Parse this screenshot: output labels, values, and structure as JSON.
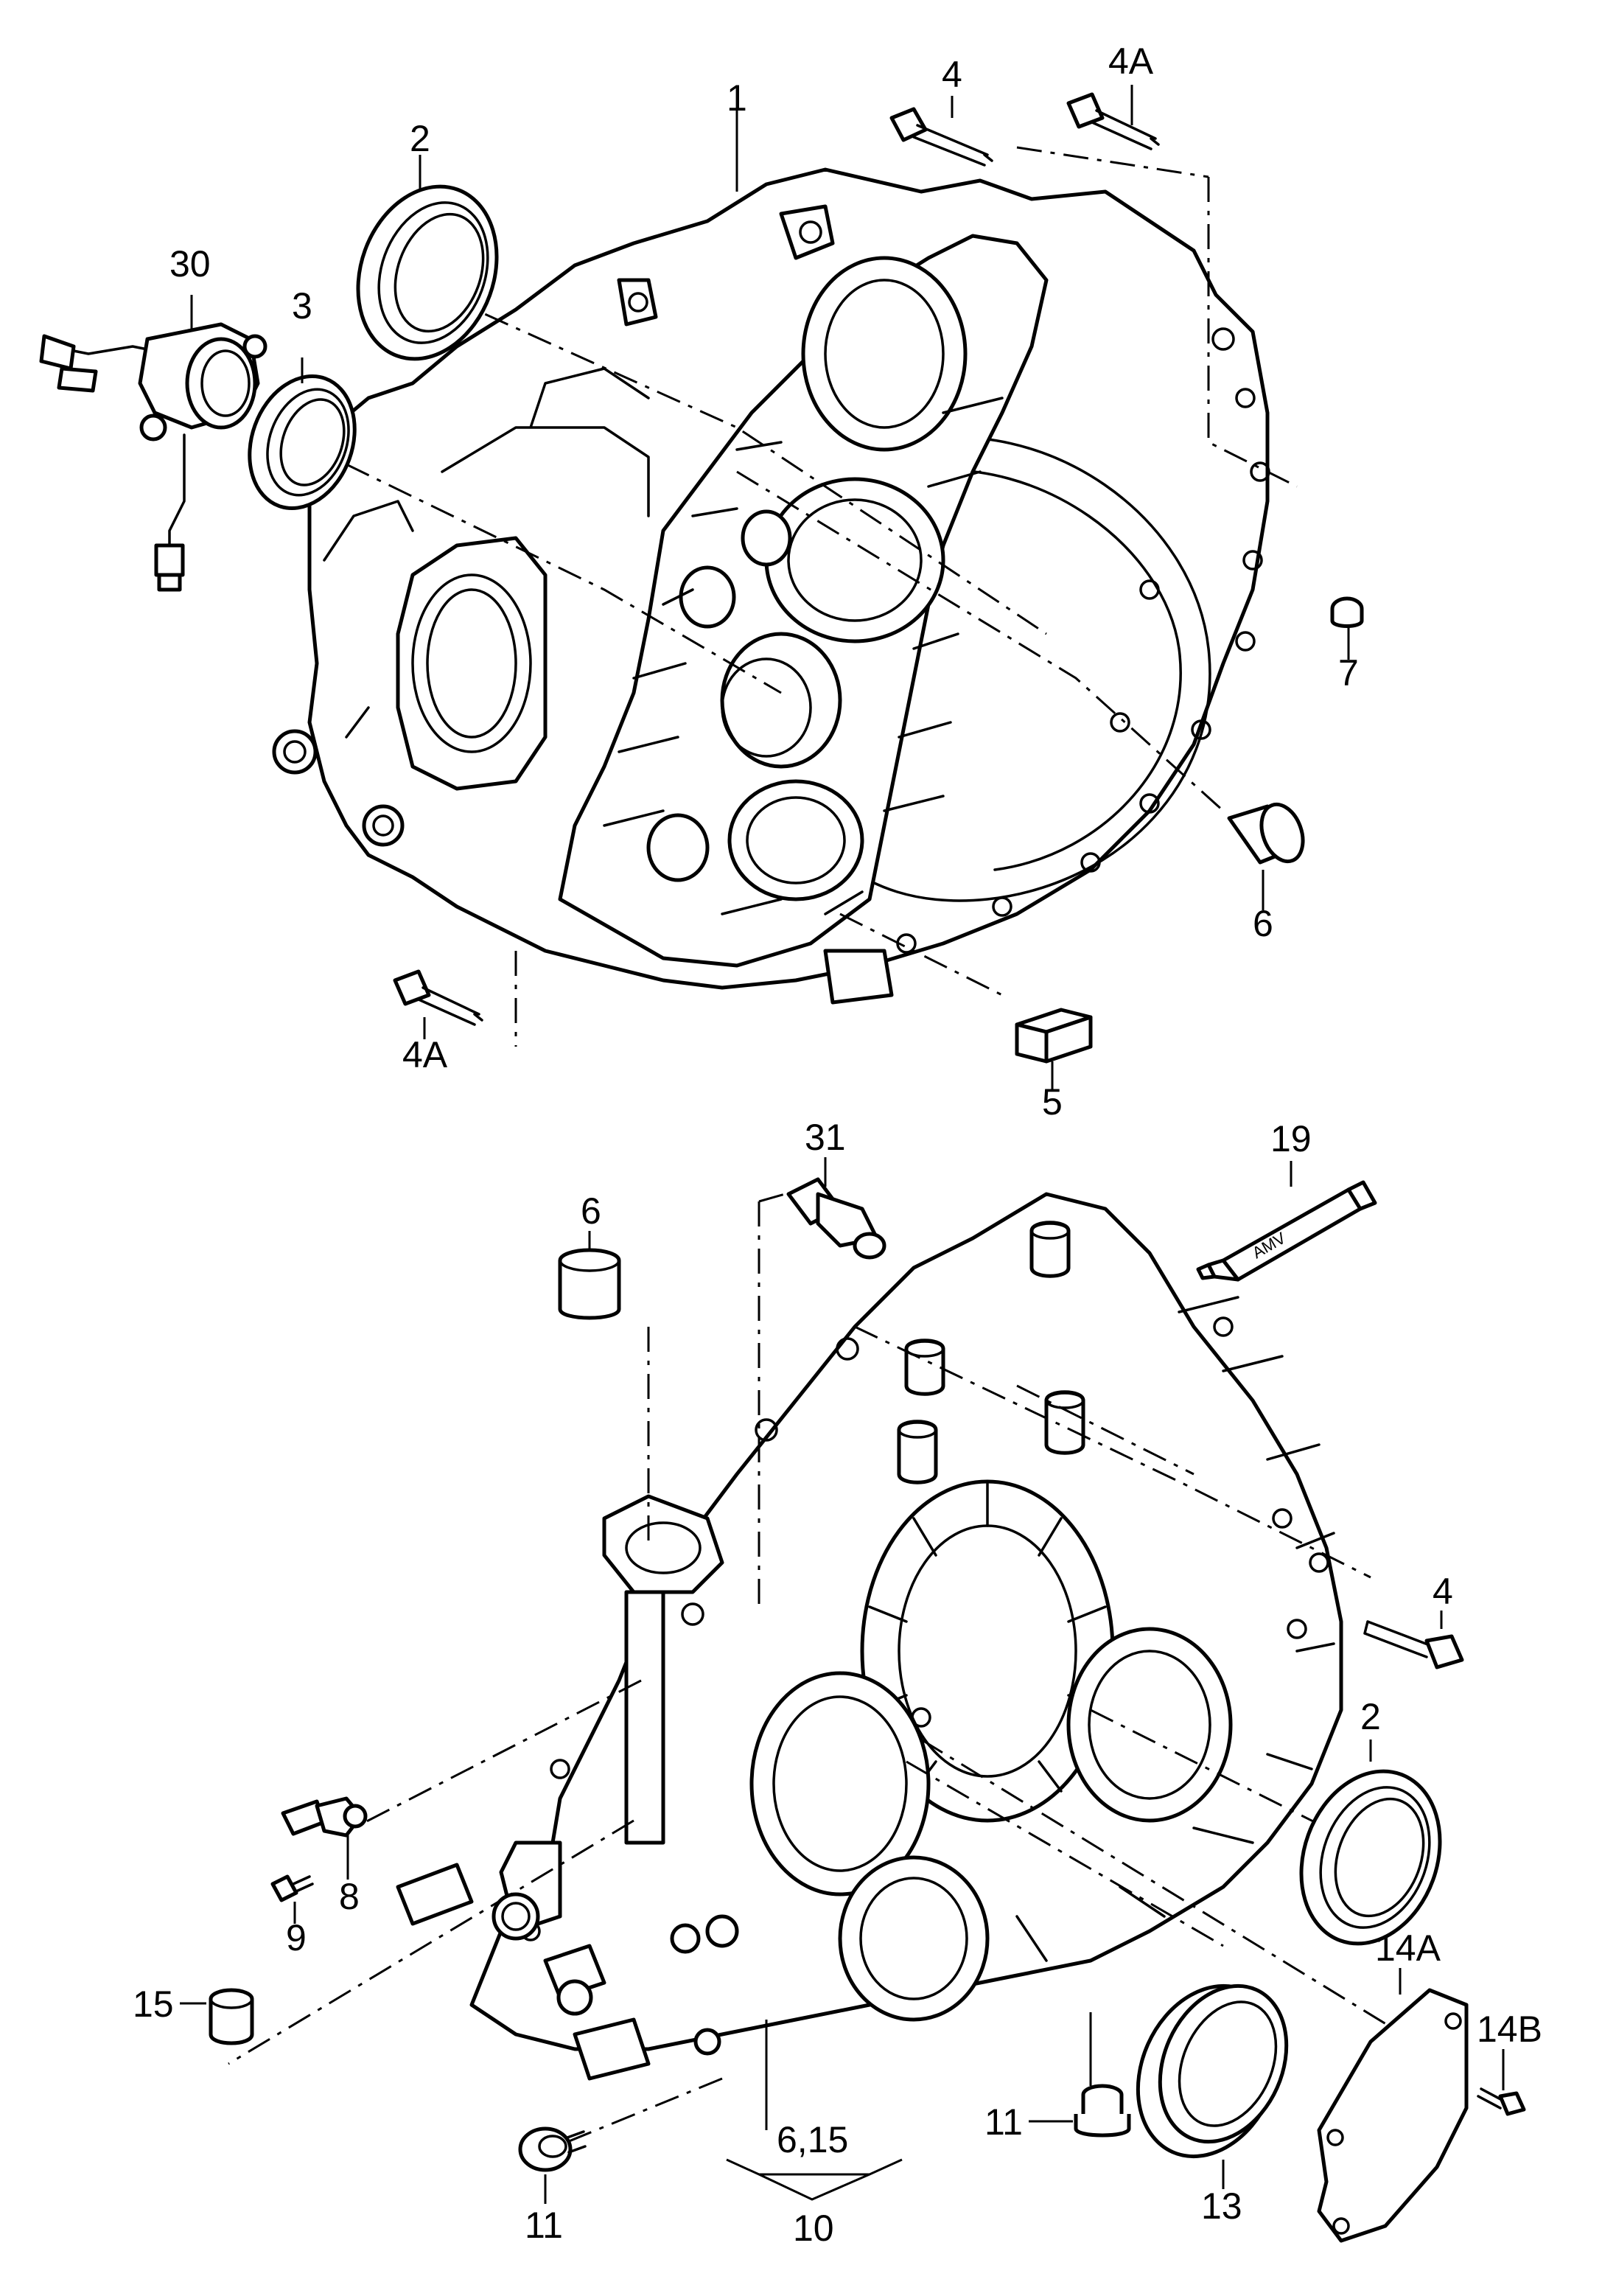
{
  "labels": {
    "p1": "1",
    "p2_top": "2",
    "p3": "3",
    "p4_top": "4",
    "p4a_top": "4A",
    "p30": "30",
    "p7": "7",
    "p6_top": "6",
    "p4a_bottom": "4A",
    "p5": "5",
    "p31": "31",
    "p19": "19",
    "p6_mid": "6",
    "p4_bottom": "4",
    "p2_bottom": "2",
    "p8": "8",
    "p9": "9",
    "p15": "15",
    "p14a": "14A",
    "p14b": "14B",
    "p11_left": "11",
    "p11_right": "11",
    "p13": "13",
    "p6_15": "6,15",
    "p10": "10"
  },
  "tube_text": "AMV"
}
